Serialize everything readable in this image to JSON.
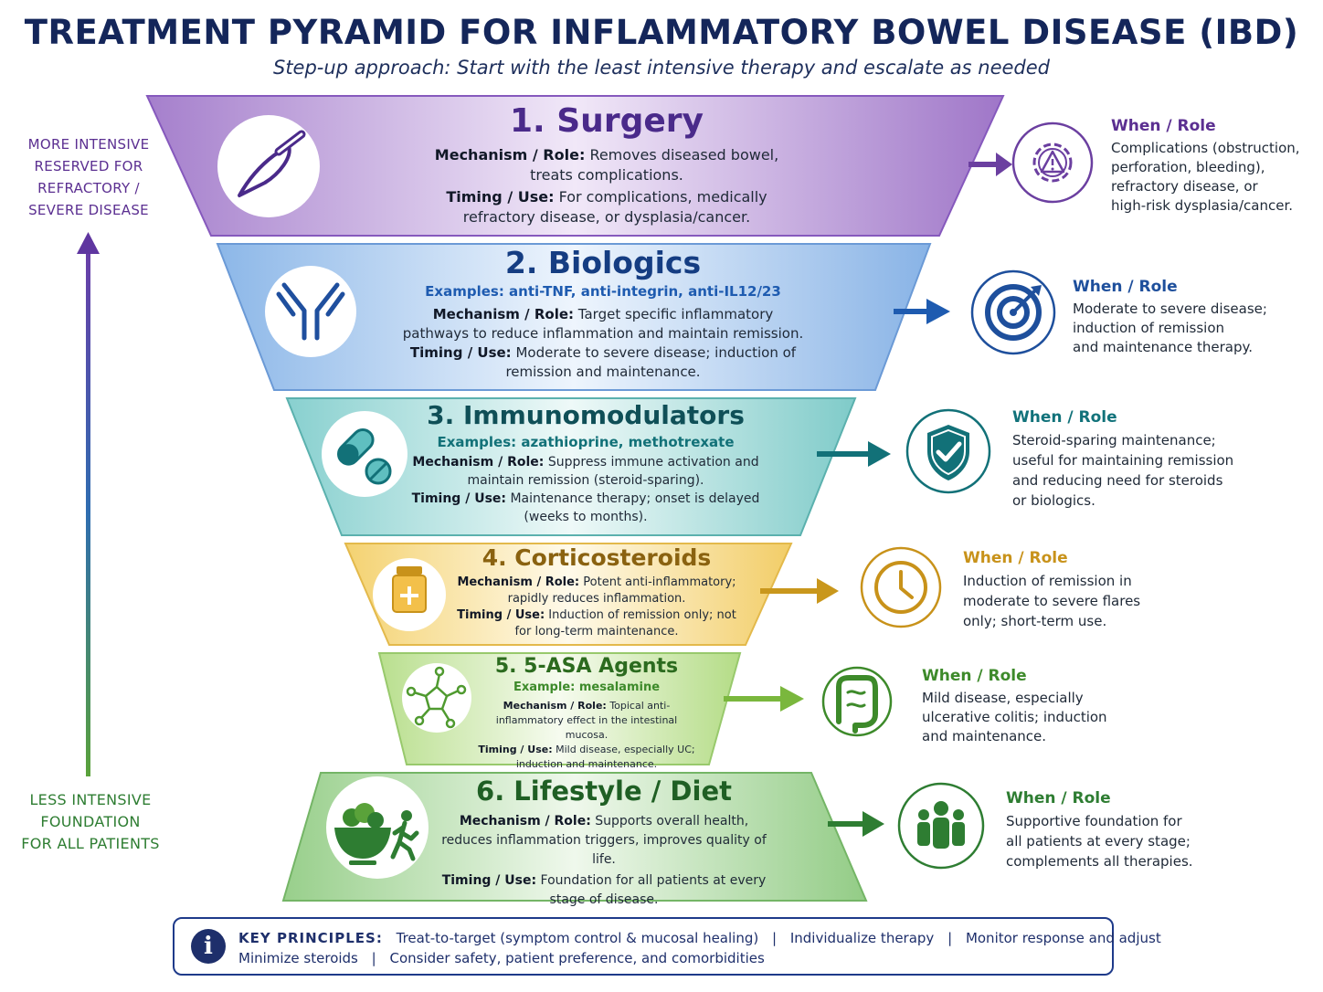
{
  "header": {
    "title": "TREATMENT PYRAMID FOR INFLAMMATORY BOWEL DISEASE (IBD)",
    "subtitle": "Step-up approach: Start with the least intensive therapy and escalate as needed"
  },
  "side": {
    "top_label": [
      "MORE INTENSIVE",
      "RESERVED FOR",
      "REFRACTORY /",
      "SEVERE DISEASE"
    ],
    "bottom_label": [
      "LESS INTENSIVE",
      "FOUNDATION",
      "FOR ALL PATIENTS"
    ]
  },
  "tiers": [
    {
      "title": "1. Surgery",
      "examples": "",
      "mech_label": "Mechanism / Role:",
      "mech": "Removes diseased bowel, treats complications.",
      "timing_label": "Timing / Use:",
      "timing": "For complications, medically refractory disease, or dysplasia/cancer.",
      "icon": "scalpel-icon",
      "when_title": "When / Role",
      "when": "Complications (obstruction,\nperforation, bleeding),\nrefractory disease, or\nhigh-risk dysplasia/cancer.",
      "side_icon": "gear-warning-icon",
      "color": "#6b3fa0"
    },
    {
      "title": "2. Biologics",
      "examples": "Examples: anti-TNF, anti-integrin, anti-IL12/23",
      "mech_label": "Mechanism / Role:",
      "mech": "Target specific inflammatory pathways to reduce inflammation and maintain remission.",
      "timing_label": "Timing / Use:",
      "timing": "Moderate to severe disease; induction of remission and maintenance.",
      "icon": "antibody-icon",
      "when_title": "When / Role",
      "when": "Moderate to severe disease;\ninduction of remission\nand maintenance therapy.",
      "side_icon": "target-icon",
      "color": "#1e4f9c"
    },
    {
      "title": "3. Immunomodulators",
      "examples": "Examples: azathioprine, methotrexate",
      "mech_label": "Mechanism / Role:",
      "mech": "Suppress immune activation and maintain remission (steroid-sparing).",
      "timing_label": "Timing / Use:",
      "timing": "Maintenance therapy; onset is delayed (weeks to months).",
      "icon": "pills-icon",
      "when_title": "When / Role",
      "when": "Steroid-sparing maintenance;\nuseful for maintaining remission\nand reducing need for steroids\nor biologics.",
      "side_icon": "shield-check-icon",
      "color": "#11727a"
    },
    {
      "title": "4. Corticosteroids",
      "examples": "",
      "mech_label": "Mechanism / Role:",
      "mech": "Potent anti-inflammatory; rapidly reduces inflammation.",
      "timing_label": "Timing / Use:",
      "timing": "Induction of remission only; not for long-term maintenance.",
      "icon": "medicine-bottle-icon",
      "when_title": "When / Role",
      "when": "Induction of remission in\nmoderate to severe flares\nonly; short-term use.",
      "side_icon": "clock-icon",
      "color": "#c8921a"
    },
    {
      "title": "5. 5-ASA Agents",
      "examples": "Example: mesalamine",
      "mech_label": "Mechanism / Role:",
      "mech": "Topical anti-inflammatory effect in the intestinal mucosa.",
      "timing_label": "Timing / Use:",
      "timing": "Mild disease, especially UC; induction and maintenance.",
      "icon": "molecule-icon",
      "when_title": "When / Role",
      "when": "Mild disease, especially\nulcerative colitis; induction\nand maintenance.",
      "side_icon": "intestine-icon",
      "color": "#3d8a2a"
    },
    {
      "title": "6. Lifestyle / Diet",
      "examples": "",
      "mech_label": "Mechanism / Role:",
      "mech": "Supports overall health, reduces inflammation triggers, improves quality of life.",
      "timing_label": "Timing / Use:",
      "timing": "Foundation for all patients at every stage of disease.",
      "icon": "food-bowl-runner-icon",
      "when_title": "When / Role",
      "when": "Supportive foundation for\nall patients at every stage;\ncomplements all therapies.",
      "side_icon": "people-group-icon",
      "color": "#2e7d32"
    }
  ],
  "principles": {
    "icon": "info-icon",
    "heading": "KEY PRINCIPLES:",
    "line1": [
      "Treat-to-target (symptom control & mucosal healing)",
      "Individualize therapy",
      "Monitor response and adjust"
    ],
    "line2": [
      "Minimize steroids",
      "Consider safety, patient preference, and comorbidities"
    ],
    "separator": "|"
  }
}
